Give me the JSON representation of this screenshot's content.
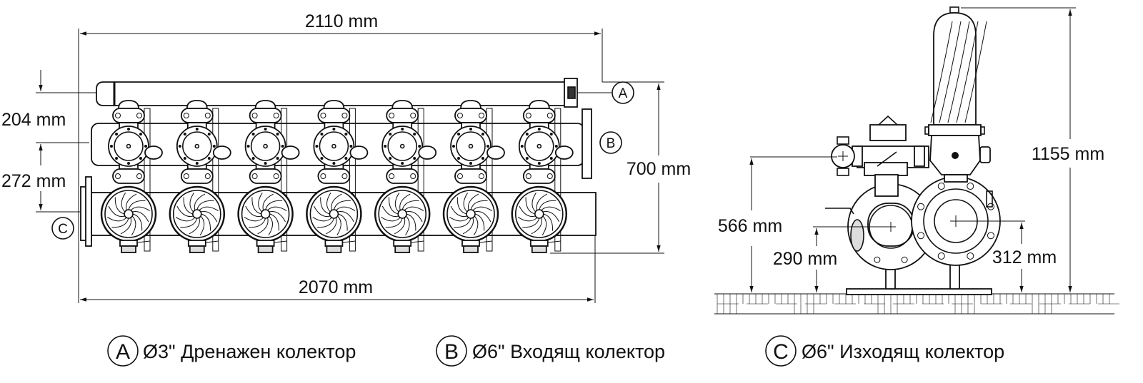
{
  "front_view": {
    "valve_count": 7,
    "dims": {
      "overall_top": "2110 mm",
      "overall_bottom": "2070 mm",
      "height": "700 mm",
      "gap_a_b": "204 mm",
      "gap_b_c": "272 mm"
    },
    "markers": {
      "a": "A",
      "b": "B",
      "c": "C"
    }
  },
  "side_view": {
    "dims": {
      "total_height": "1155 mm",
      "drain_height": "566 mm",
      "outlet_height": "290 mm",
      "inlet_height": "312 mm"
    }
  },
  "legend": [
    {
      "marker": "A",
      "text": "Ø3\" Дренажен колектор"
    },
    {
      "marker": "B",
      "text": "Ø6\" Входящ колектор"
    },
    {
      "marker": "C",
      "text": "Ø6\" Изходящ колектор"
    }
  ]
}
